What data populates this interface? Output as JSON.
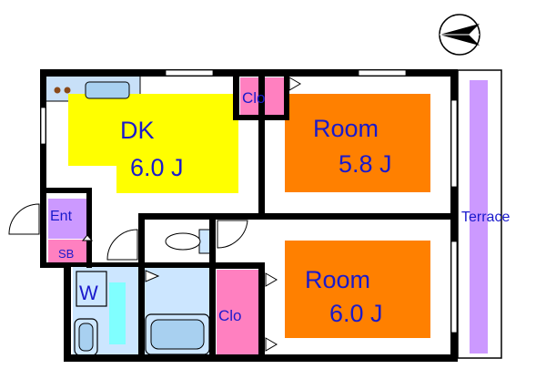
{
  "rooms": {
    "dk": {
      "name": "DK",
      "size": "6.0 J",
      "color": "#ffff00"
    },
    "room1": {
      "name": "Room",
      "size": "5.8 J",
      "color": "#ff8000"
    },
    "room2": {
      "name": "Room",
      "size": "6.0 J",
      "color": "#ff8000"
    },
    "clo1": {
      "name": "Clo",
      "color": "#ff80c0"
    },
    "clo2": {
      "name": "Clo",
      "color": "#ff80c0"
    },
    "entry": {
      "name": "Ent",
      "color": "#cc99ff"
    },
    "shoebox": {
      "name": "SB",
      "color": "#ff80c0"
    },
    "washer": {
      "name": "W",
      "color": "#cce6ff"
    }
  },
  "terrace": {
    "name": "Terrace",
    "color": "#cc99ff"
  },
  "colors": {
    "wall": "#000000",
    "wet_area": "#cce6ff",
    "kitchen_counter": "#c8e0f8",
    "compass": "#000000"
  },
  "icons": [
    "compass-icon",
    "door-icon",
    "toilet-icon",
    "bathtub-icon",
    "stove-icon",
    "sink-icon"
  ]
}
